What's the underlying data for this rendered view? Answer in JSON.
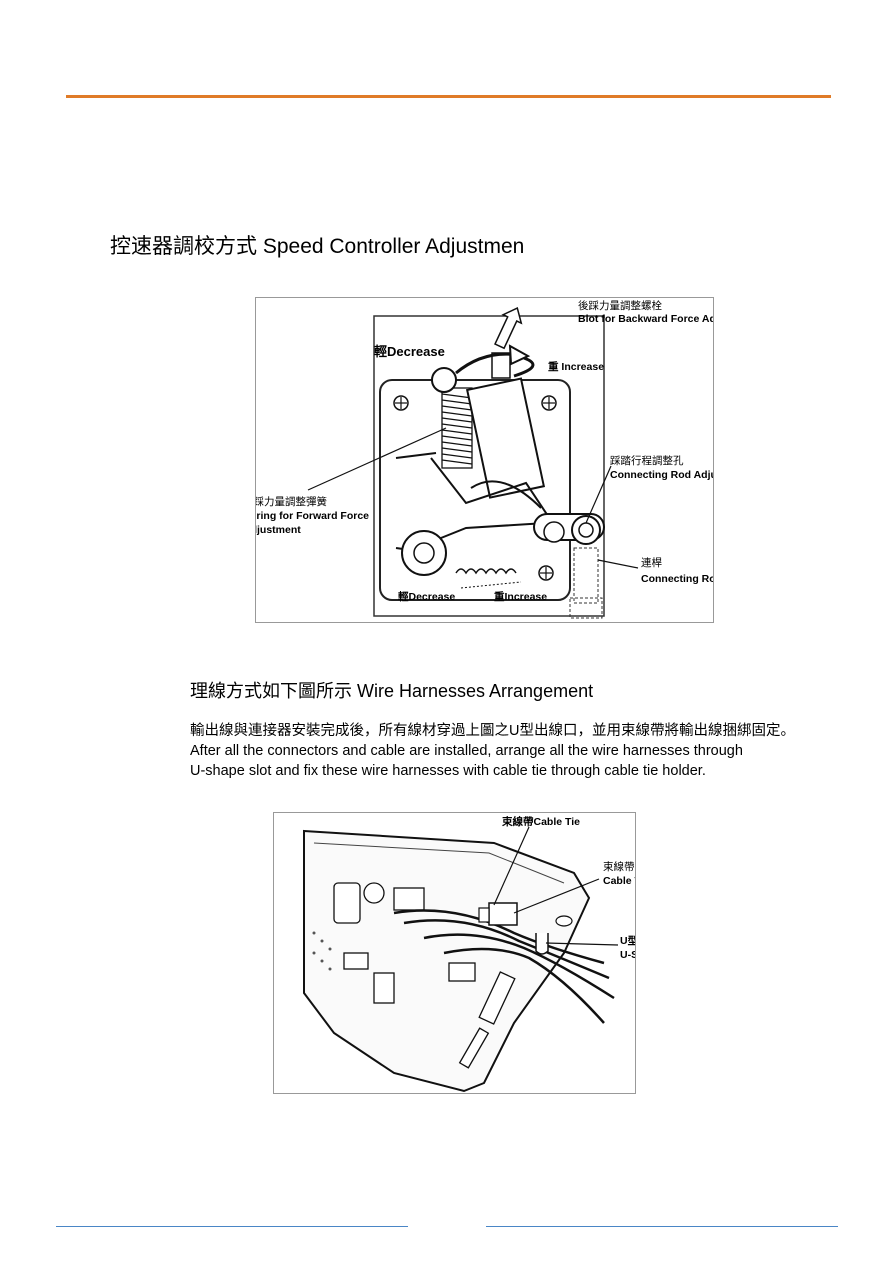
{
  "colors": {
    "top_rule": "#e07b28",
    "bottom_rule": "#4a86c6"
  },
  "section1": {
    "title": "控速器調校方式 Speed Controller Adjustmen",
    "figure": {
      "bolt_zh": "後踩力量調整螺栓",
      "bolt_en": "Blot for Backward Force Adjustment",
      "top_decrease": "輕Decrease",
      "top_increase": "重  Increase",
      "rod_adj_zh": "踩踏行程調整孔",
      "rod_adj_en": "Connecting Rod Adjustment",
      "spring_zh": "前踩力量調整彈簧",
      "spring_en_1": "Spring for Forward Force",
      "spring_en_2": "Adjustment",
      "rod_zh": "連桿",
      "rod_en": "Connecting Rod",
      "bottom_decrease": "輕Decrease",
      "bottom_increase": "重Increase"
    }
  },
  "section2": {
    "title": "理線方式如下圖所示 Wire Harnesses Arrangement",
    "para_zh": "輸出線與連接器安裝完成後，所有線材穿過上圖之U型出線口，並用束線帶將輸出線捆綁固定。",
    "para_en_1": "After all the connectors and cable are installed, arrange all the wire harnesses through",
    "para_en_2": "U-shape slot and fix these wire harnesses with cable tie through cable tie holder.",
    "figure": {
      "cable_tie": "束線帶Cable Tie",
      "holder_zh": "束線帶固定座",
      "holder_en": "Cable Tie Holder",
      "slot_zh": "U型出線口",
      "slot_en": "U-Shape Slot"
    }
  }
}
